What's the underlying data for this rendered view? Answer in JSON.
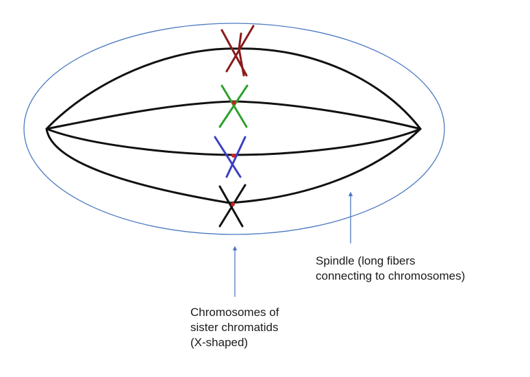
{
  "colors": {
    "cell_outline": "#4a79c0",
    "fiber": "#111111",
    "arrow": "#4a79c0",
    "centromere": "#cc2222",
    "label_text": "#1a1a1a"
  },
  "chromosomes": [
    {
      "color": "#8b1a1a"
    },
    {
      "color": "#2ca02c"
    },
    {
      "color": "#3a3fc4"
    },
    {
      "color": "#111111"
    }
  ],
  "labels": {
    "spindle": {
      "lines": [
        "Spindle (long fibers",
        "connecting to chromosomes)"
      ]
    },
    "chromosomes": {
      "lines": [
        "Chromosomes of",
        "sister chromatids",
        "(X-shaped)"
      ]
    }
  }
}
